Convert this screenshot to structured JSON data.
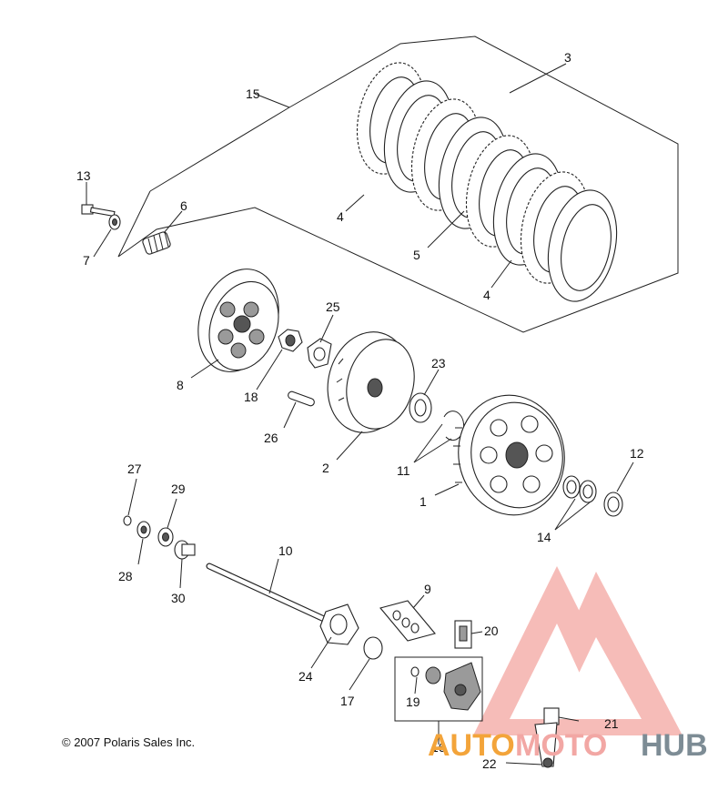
{
  "diagram": {
    "copyright": "© 2007 Polaris Sales Inc.",
    "part_numbers": {
      "p1": "1",
      "p2": "2",
      "p3": "3",
      "p4a": "4",
      "p4b": "4",
      "p5": "5",
      "p6": "6",
      "p7": "7",
      "p8": "8",
      "p9": "9",
      "p10": "10",
      "p11": "11",
      "p12": "12",
      "p13": "13",
      "p14": "14",
      "p15": "15",
      "p16": "16",
      "p17": "17",
      "p18": "18",
      "p19": "19",
      "p20": "20",
      "p21": "21",
      "p22": "22",
      "p23": "23",
      "p24": "24",
      "p25": "25",
      "p26": "26",
      "p27": "27",
      "p28": "28",
      "p29": "29",
      "p30": "30"
    }
  },
  "watermark": {
    "word_auto": "AUTO",
    "word_moto": "MOTO",
    "word_hub": "HUB",
    "colors": {
      "auto": "#f3a43a",
      "moto": "#f2a7a4",
      "hub": "#7d8c95",
      "logo": "#f07a72"
    }
  }
}
